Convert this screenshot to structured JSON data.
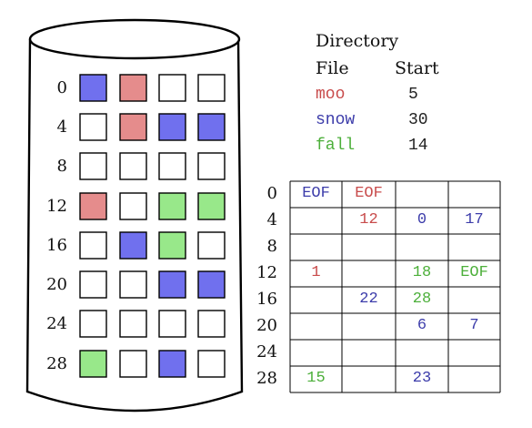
{
  "colors": {
    "moo": "#e58c8c",
    "snow": "#7070ee",
    "fall": "#98e88a",
    "moo_text": "#c84b4b",
    "snow_text": "#3c3caa",
    "fall_text": "#4caf3a",
    "outline": "#000000"
  },
  "disk": {
    "row_labels": [
      "0",
      "4",
      "8",
      "12",
      "16",
      "20",
      "24",
      "28"
    ],
    "blocks": [
      [
        "snow",
        "moo",
        "",
        ""
      ],
      [
        "",
        "moo",
        "snow",
        "snow"
      ],
      [
        "",
        "",
        "",
        ""
      ],
      [
        "moo",
        "",
        "fall",
        "fall"
      ],
      [
        "",
        "snow",
        "fall",
        ""
      ],
      [
        "",
        "",
        "snow",
        "snow"
      ],
      [
        "",
        "",
        "",
        ""
      ],
      [
        "fall",
        "",
        "snow",
        ""
      ]
    ]
  },
  "directory": {
    "title": "Directory",
    "col_file": "File",
    "col_start": "Start",
    "entries": [
      {
        "name": "moo",
        "start": "5",
        "file": "moo"
      },
      {
        "name": "snow",
        "start": "30",
        "file": "snow"
      },
      {
        "name": "fall",
        "start": "14",
        "file": "fall"
      }
    ]
  },
  "fat": {
    "row_labels": [
      "0",
      "4",
      "8",
      "12",
      "16",
      "20",
      "24",
      "28"
    ],
    "cells": [
      [
        {
          "text": "EOF",
          "file": "snow"
        },
        {
          "text": "EOF",
          "file": "moo"
        },
        {
          "text": "",
          "file": ""
        },
        {
          "text": "",
          "file": ""
        }
      ],
      [
        {
          "text": "",
          "file": ""
        },
        {
          "text": "12",
          "file": "moo"
        },
        {
          "text": "0",
          "file": "snow"
        },
        {
          "text": "17",
          "file": "snow"
        }
      ],
      [
        {
          "text": "",
          "file": ""
        },
        {
          "text": "",
          "file": ""
        },
        {
          "text": "",
          "file": ""
        },
        {
          "text": "",
          "file": ""
        }
      ],
      [
        {
          "text": "1",
          "file": "moo"
        },
        {
          "text": "",
          "file": ""
        },
        {
          "text": "18",
          "file": "fall"
        },
        {
          "text": "EOF",
          "file": "fall"
        }
      ],
      [
        {
          "text": "",
          "file": ""
        },
        {
          "text": "22",
          "file": "snow"
        },
        {
          "text": "28",
          "file": "fall"
        },
        {
          "text": "",
          "file": ""
        }
      ],
      [
        {
          "text": "",
          "file": ""
        },
        {
          "text": "",
          "file": ""
        },
        {
          "text": "6",
          "file": "snow"
        },
        {
          "text": "7",
          "file": "snow"
        }
      ],
      [
        {
          "text": "",
          "file": ""
        },
        {
          "text": "",
          "file": ""
        },
        {
          "text": "",
          "file": ""
        },
        {
          "text": "",
          "file": ""
        }
      ],
      [
        {
          "text": "15",
          "file": "fall"
        },
        {
          "text": "",
          "file": ""
        },
        {
          "text": "23",
          "file": "snow"
        },
        {
          "text": "",
          "file": ""
        }
      ]
    ]
  }
}
